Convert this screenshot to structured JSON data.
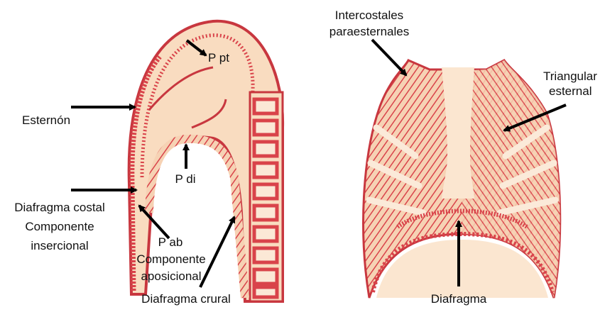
{
  "labels": {
    "p_pt": "P pt",
    "esternon": "Esternón",
    "p_di": "P di",
    "diafragma_costal": "Diafragma costal",
    "componente_insercional_1": "Componente",
    "componente_insercional_2": "insercional",
    "p_ab": "P ab",
    "componente_aposicional_1": "Componente",
    "componente_aposicional_2": "aposicional",
    "diafragma_crural": "Diafragma crural",
    "intercostales_1": "Intercostales",
    "intercostales_2": "paraesternales",
    "triangular_1": "Triangular",
    "triangular_2": "esternal",
    "diafragma": "Diafragma"
  },
  "colors": {
    "tissue_fill": "#f9dcc0",
    "muscle_red": "#d9434a",
    "outline_dark": "#b8323a",
    "arrow": "#000000"
  }
}
